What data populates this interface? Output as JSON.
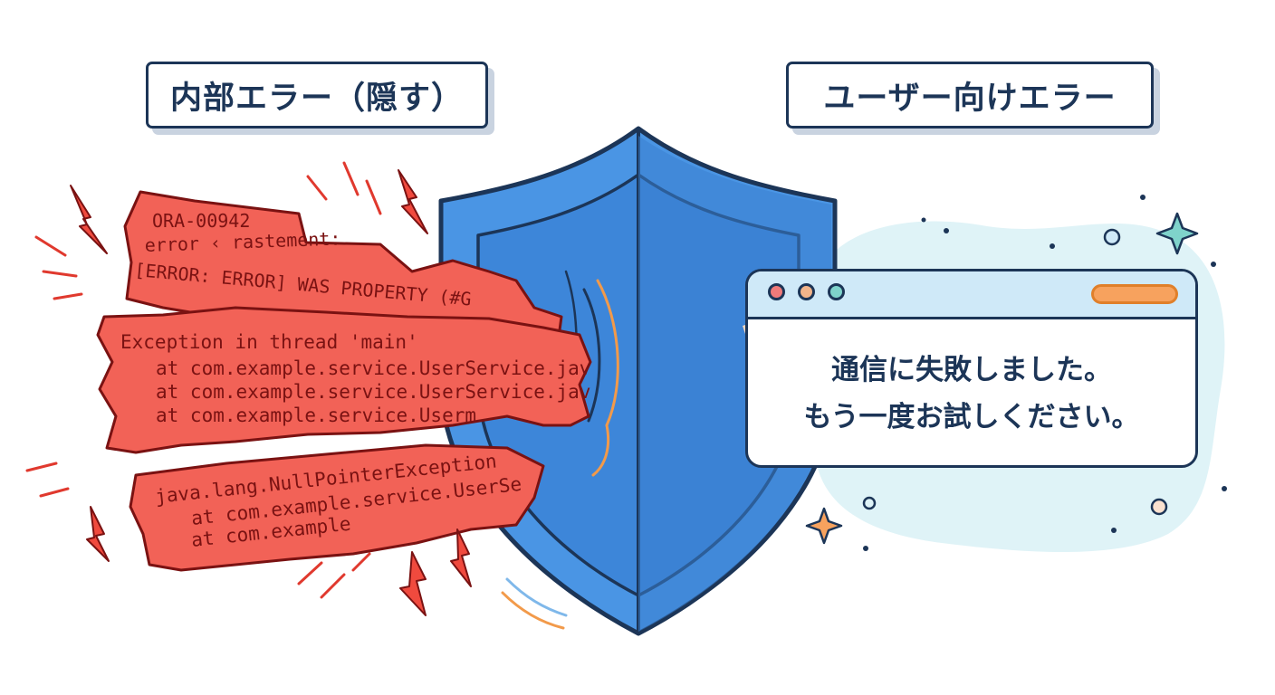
{
  "labels": {
    "internal": "内部エラー（隠す）",
    "user": "ユーザー向けエラー"
  },
  "internal_errors": {
    "block1": [
      "ORA-00942",
      "error ‹ rastement:",
      "[ERROR: ERROR] WAS PROPERTY (#G"
    ],
    "block2": [
      "Exception in thread 'main'",
      "at com.example.service.UserService.jav",
      "at com.example.service.UserService.jav",
      "at com.example.service.Userm"
    ],
    "block3": [
      "java.lang.NullPointerException",
      "at com.example.service.UserSe",
      "at com.example"
    ]
  },
  "user_error": {
    "line1": "通信に失敗しました。",
    "line2": "もう一度お試しください。"
  },
  "colors": {
    "navy": "#1c3557",
    "error_red": "#f26257",
    "shield_blue": "#3f8ee0",
    "accent_orange": "#f29a4a",
    "accent_teal": "#7fd3cb"
  },
  "icons": [
    "lightning-icon",
    "shield-icon",
    "sparkle-icon",
    "window-dot-icon"
  ]
}
